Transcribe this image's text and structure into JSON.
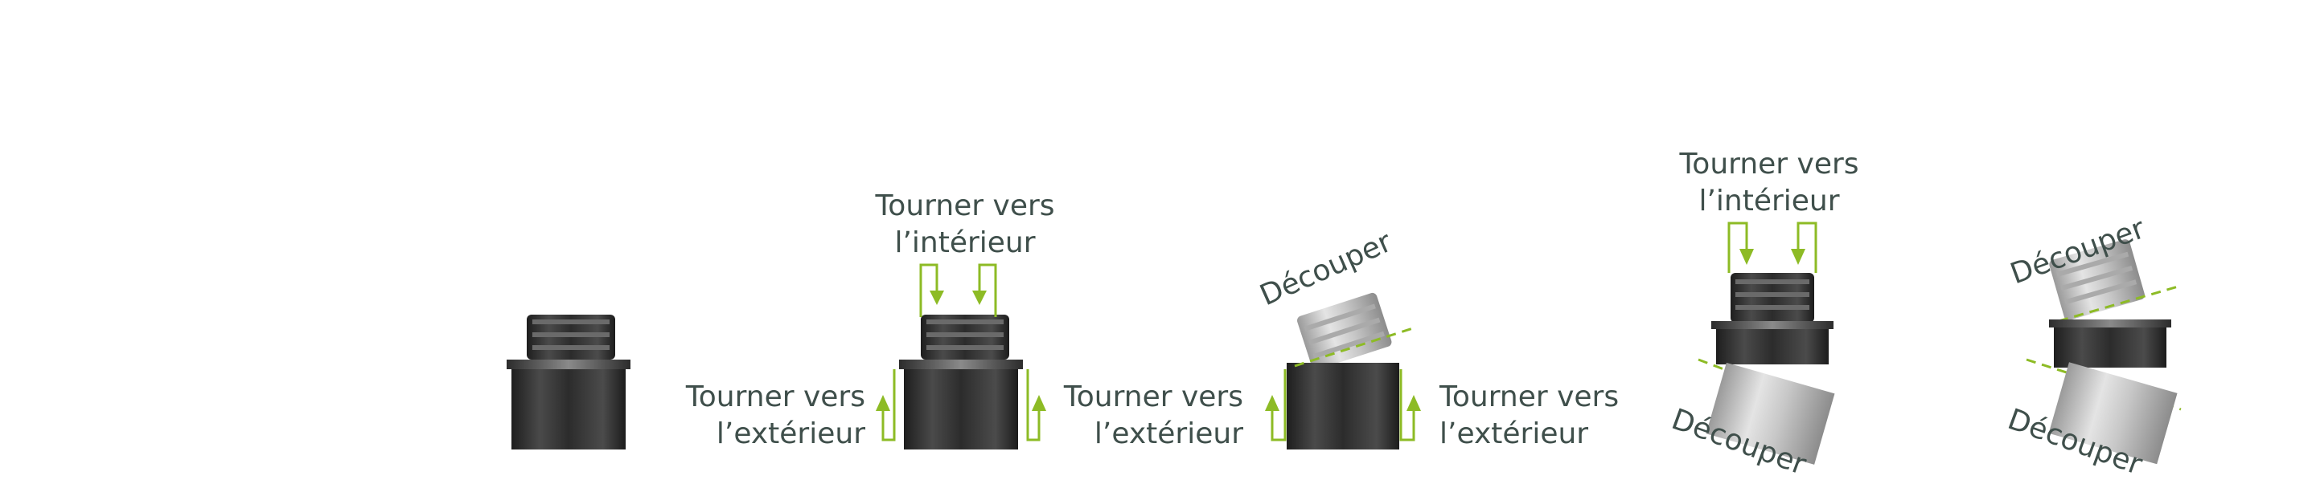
{
  "labels": {
    "turn_in_1": [
      "Tourner vers",
      "l’intérieur"
    ],
    "turn_out_1": [
      "Tourner vers",
      "l’extérieur"
    ],
    "turn_out_2": [
      "Tourner vers",
      "l’extérieur"
    ],
    "cut_1": "Découper",
    "turn_out_3": [
      "Tourner vers",
      "l’extérieur"
    ],
    "turn_in_2": [
      "Tourner vers",
      "l’intérieur"
    ],
    "cut_2": "Découper",
    "cut_3": "Découper",
    "cut_4": "Découper"
  },
  "colors": {
    "text": "#3f4f4b",
    "accent": "#8dbb25",
    "part_dark": "#2e2e2e",
    "part_mid": "#555555",
    "part_light": "#c9c9c9"
  }
}
